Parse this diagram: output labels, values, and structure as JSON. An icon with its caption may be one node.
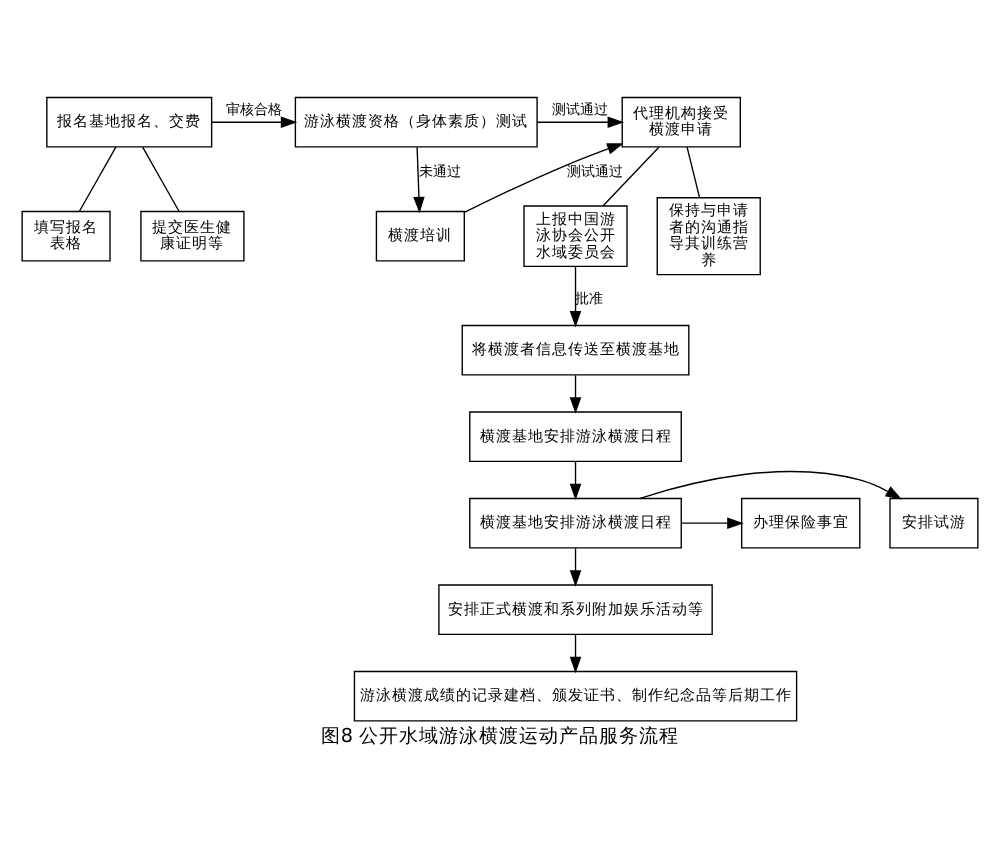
{
  "diagram": {
    "caption": "图8 公开水域游泳横渡运动产品服务流程",
    "nodes": [
      {
        "text": [
          "报名基地报名、交费"
        ]
      },
      {
        "text": [
          "填写报名表格"
        ]
      },
      {
        "text": [
          "提交医生健康证明等"
        ]
      },
      {
        "text": [
          "游泳横渡资格（身体素质）测试"
        ]
      },
      {
        "text": [
          "横渡培训"
        ]
      },
      {
        "text": [
          "代理机构接受横渡申请"
        ]
      },
      {
        "text": [
          "上报中国游泳协会公开水域委员会"
        ]
      },
      {
        "text": [
          "保持与申请者的沟通指导其训练营养"
        ]
      },
      {
        "text": [
          "将横渡者信息传送至横渡基地"
        ]
      },
      {
        "text": [
          "横渡基地安排游泳横渡日程"
        ]
      },
      {
        "text": [
          "安排试游"
        ]
      },
      {
        "text": [
          "横渡基地安排游泳横渡日程"
        ]
      },
      {
        "text": [
          "办理保险事宜"
        ]
      },
      {
        "text": [
          "安排正式横渡和系列附加娱乐活动等"
        ]
      },
      {
        "text": [
          "游泳横渡成绩的记录建档、颁发证书、制作纪念品等后期工作"
        ]
      }
    ],
    "edges": [
      {
        "from": 0,
        "to": 1,
        "arrow": "none"
      },
      {
        "from": 0,
        "to": 2,
        "arrow": "none"
      },
      {
        "from": 0,
        "to": 3,
        "arrow": "to",
        "label": "审核合格"
      },
      {
        "from": 3,
        "to": 4,
        "arrow": "to",
        "label": "未通过"
      },
      {
        "from": 3,
        "to": 5,
        "arrow": "to",
        "label": "测试通过"
      },
      {
        "from": 4,
        "to": 5,
        "arrow": "to",
        "label": "测试通过"
      },
      {
        "from": 5,
        "to": 6,
        "arrow": "none"
      },
      {
        "from": 5,
        "to": 7,
        "arrow": "none"
      },
      {
        "from": 6,
        "to": 8,
        "arrow": "to",
        "label": "批准"
      },
      {
        "from": 8,
        "to": 9,
        "arrow": "to"
      },
      {
        "from": 9,
        "to": 11,
        "arrow": "to"
      },
      {
        "from": 11,
        "to": 10,
        "arrow": "to"
      },
      {
        "from": 11,
        "to": 12,
        "arrow": "to"
      },
      {
        "from": 11,
        "to": 13,
        "arrow": "to"
      },
      {
        "from": 13,
        "to": 14,
        "arrow": "to"
      }
    ]
  }
}
